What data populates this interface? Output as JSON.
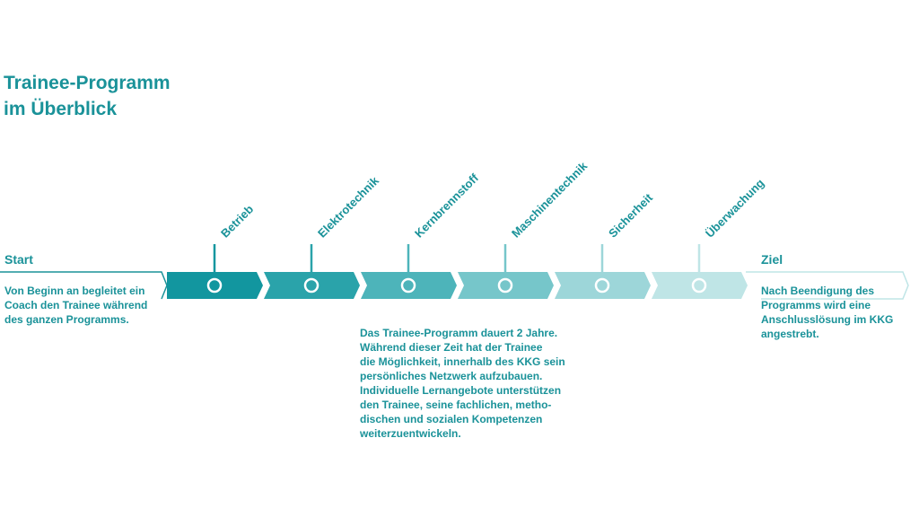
{
  "title": {
    "line1": "Trainee-Programm",
    "line2": "im Überblick"
  },
  "start": {
    "label": "Start",
    "text": [
      "Von Beginn an begleitet ein",
      "Coach den Trainee während",
      "des ganzen Programms."
    ]
  },
  "goal": {
    "label": "Ziel",
    "text": [
      "Nach Beendigung des",
      "Programms wird eine",
      "Anschlusslösung im KKG",
      "angestrebt."
    ]
  },
  "phases": [
    {
      "label": "Betrieb",
      "color": "#12969f"
    },
    {
      "label": "Elektrotechnik",
      "color": "#2aa3aa"
    },
    {
      "label": "Kernbrennstoff",
      "color": "#4db4ba"
    },
    {
      "label": "Maschinentechnik",
      "color": "#76c6ca"
    },
    {
      "label": "Sicherheit",
      "color": "#9dd6d9"
    },
    {
      "label": "Überwachung",
      "color": "#bfe5e6"
    }
  ],
  "description": [
    "Das Trainee-Programm dauert 2 Jahre.",
    "Während dieser Zeit hat der Trainee",
    "die Möglichkeit, innerhalb des KKG sein",
    "persönliches Netzwerk aufzubauen.",
    "Individuelle Lernangebote unterstützen",
    "den Trainee, seine fachlichen, metho-",
    "dischen und sozialen Kompetenzen",
    "weiterzuentwickeln."
  ],
  "colors": {
    "text": "#1a9299",
    "start_outline": "#1a9299",
    "goal_outline": "#bfe5e6"
  }
}
